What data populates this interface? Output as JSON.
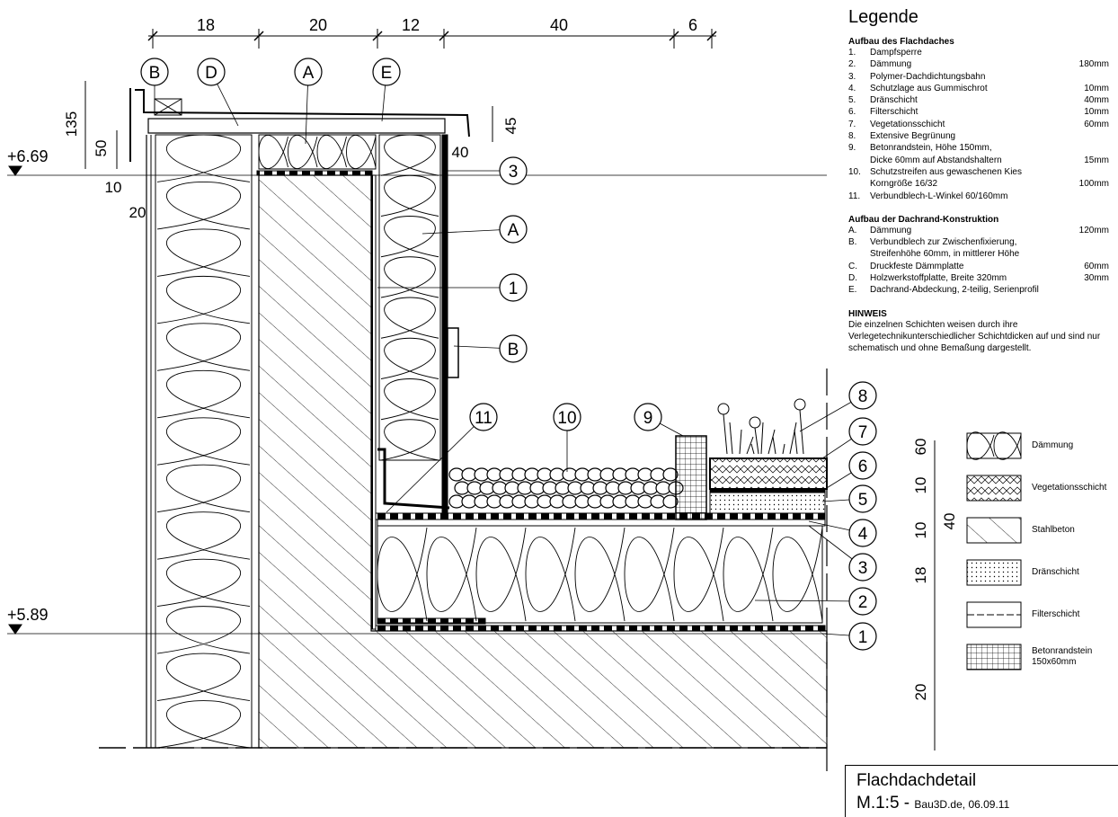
{
  "legend": {
    "title": "Legende",
    "roof_heading": "Aufbau des Flachdaches",
    "roof_items": [
      {
        "num": "1.",
        "text": "Dampfsperre",
        "value": ""
      },
      {
        "num": "2.",
        "text": "Dämmung",
        "value": "180mm"
      },
      {
        "num": "3.",
        "text": "Polymer-Dachdichtungsbahn",
        "value": ""
      },
      {
        "num": "4.",
        "text": "Schutzlage aus Gummischrot",
        "value": "10mm"
      },
      {
        "num": "5.",
        "text": "Dränschicht",
        "value": "40mm"
      },
      {
        "num": "6.",
        "text": "Filterschicht",
        "value": "10mm"
      },
      {
        "num": "7.",
        "text": "Vegetationsschicht",
        "value": "60mm"
      },
      {
        "num": "8.",
        "text": "Extensive Begrünung",
        "value": ""
      },
      {
        "num": "9.",
        "text": "Betonrandstein, Höhe 150mm,\nDicke 60mm auf Abstandshaltern",
        "value": "15mm"
      },
      {
        "num": "10.",
        "text": "Schutzstreifen aus gewaschenen Kies\nKorngröße 16/32",
        "value": "100mm"
      },
      {
        "num": "11.",
        "text": "Verbundblech-L-Winkel 60/160mm",
        "value": ""
      }
    ],
    "edge_heading": "Aufbau der Dachrand-Konstruktion",
    "edge_items": [
      {
        "num": "A.",
        "text": "Dämmung",
        "value": "120mm"
      },
      {
        "num": "B.",
        "text": "Verbundblech zur Zwischenfixierung,\nStreifenhöhe 60mm, in mittlerer Höhe",
        "value": ""
      },
      {
        "num": "C.",
        "text": "Druckfeste Dämmplatte",
        "value": "60mm"
      },
      {
        "num": "D.",
        "text": "Holzwerkstoffplatte, Breite 320mm",
        "value": "30mm"
      },
      {
        "num": "E.",
        "text": "Dachrand-Abdeckung, 2-teilig, Serienprofil",
        "value": ""
      }
    ],
    "note_heading": "HINWEIS",
    "note_text": "Die einzelnen Schichten weisen durch ihre Verlegetechnikunterschiedlicher Schichtdicken auf und sind nur schematisch und ohne Bemaßung dargestellt."
  },
  "symbols": [
    {
      "pattern": "insulation",
      "label": "Dämmung"
    },
    {
      "pattern": "vegetation",
      "label": "Vegetationsschicht"
    },
    {
      "pattern": "concrete",
      "label": "Stahlbeton"
    },
    {
      "pattern": "drain",
      "label": "Dränschicht"
    },
    {
      "pattern": "filter",
      "label": "Filterschicht"
    },
    {
      "pattern": "curb",
      "label": "Betonrandstein 150x60mm"
    }
  ],
  "dimensions": {
    "top": [
      "18",
      "20",
      "12",
      "40",
      "6"
    ],
    "left": [
      "135",
      "50",
      "10",
      "20",
      "45",
      "40"
    ],
    "right": [
      "60",
      "10",
      "10",
      "40",
      "18",
      "20"
    ]
  },
  "levels": [
    "+6.69",
    "+5.89"
  ],
  "callouts": [
    "B",
    "D",
    "A",
    "E",
    "3",
    "A",
    "1",
    "B",
    "11",
    "10",
    "9",
    "8",
    "7",
    "6",
    "5",
    "4",
    "3",
    "2",
    "1"
  ],
  "title_block": {
    "title": "Flachdachdetail",
    "scale": "M.1:5 -",
    "source": "Bau3D.de, 06.09.11"
  }
}
